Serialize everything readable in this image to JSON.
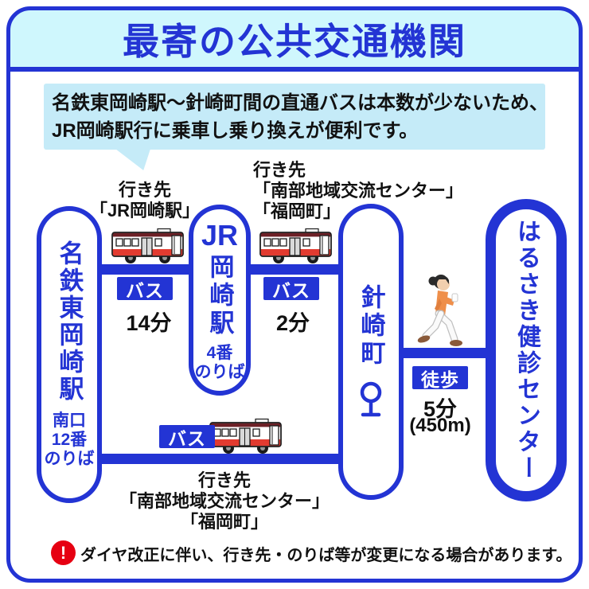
{
  "header": {
    "title": "最寄の公共交通機関"
  },
  "notice": {
    "line1": "名鉄東岡崎駅〜針崎町間の直通バスは本数が少ないため、",
    "line2": "JR岡崎駅行に乗車し乗り換えが便利です。"
  },
  "stations": {
    "meitetsu": {
      "name": "名鉄東岡崎駅",
      "platform": [
        "南口",
        "12番",
        "のりば"
      ]
    },
    "jr": {
      "prefix": "JR",
      "name": "岡崎駅",
      "platform": [
        "4番",
        "のりば"
      ]
    },
    "harisaki": {
      "name": "針崎町",
      "icon": "bus-stop-icon"
    },
    "center": {
      "name": "はるさき健診センター"
    }
  },
  "routes": {
    "bus1": {
      "badge": "バス",
      "duration": "14分",
      "dest_heading": "行き先",
      "destinations": [
        "「JR岡崎駅」"
      ]
    },
    "bus2": {
      "badge": "バス",
      "duration": "2分",
      "dest_heading": "行き先",
      "destinations": [
        "「南部地域交流センター」",
        "「福岡町」"
      ]
    },
    "bus3": {
      "badge": "バス",
      "dest_heading": "行き先",
      "destinations": [
        "「南部地域交流センター」",
        "「福岡町」"
      ]
    },
    "walk": {
      "badge": "徒歩",
      "duration": "5分",
      "distance": "(450m)"
    }
  },
  "footer": {
    "icon_glyph": "!",
    "text": "ダイヤ改正に伴い、行き先・のりば等が変更になる場合があります。"
  },
  "colors": {
    "primary_blue": "#2334d4",
    "header_cyan": "#cff7fd",
    "notice_cyan": "#c5ebf8",
    "alert_red": "#e60012",
    "bus_red": "#e23b30",
    "bus_maroon": "#6d2026"
  }
}
